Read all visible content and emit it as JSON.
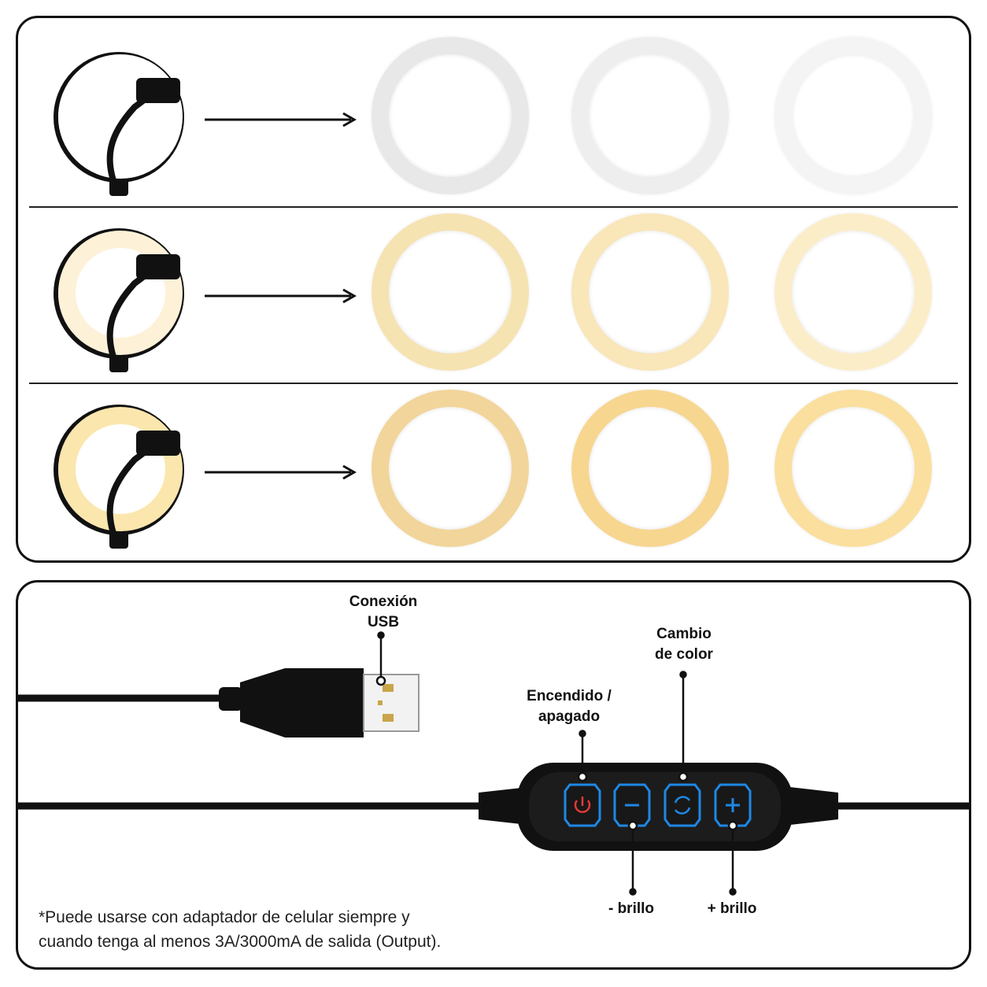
{
  "light_rows": [
    {
      "id": "cold",
      "lamp_color": "#ffffff",
      "rings": [
        "#e8e8e8",
        "#eeeeee",
        "#f4f4f4"
      ]
    },
    {
      "id": "neutral",
      "lamp_color": "#fdf1d8",
      "rings": [
        "#f6e3b2",
        "#f9e6b9",
        "#fbedc8"
      ]
    },
    {
      "id": "warm",
      "lamp_color": "#fbe6ad",
      "rings": [
        "#f2d59a",
        "#f7d690",
        "#fadf9e"
      ]
    }
  ],
  "controller": {
    "labels": {
      "usb": "Conexión\nUSB",
      "color_change": "Cambio\nde color",
      "power": "Encendido /\napagado",
      "brightness_down": "- brillo",
      "brightness_up": "+ brillo"
    },
    "buttons": [
      {
        "name": "power",
        "icon": "power-icon"
      },
      {
        "name": "minus",
        "icon": "minus-icon"
      },
      {
        "name": "color",
        "icon": "refresh-icon"
      },
      {
        "name": "plus",
        "icon": "plus-icon"
      }
    ],
    "accent_blue": "#1e88e5",
    "accent_red": "#e53935"
  },
  "note": "*Puede usarse con adaptador de celular siempre y\ncuando tenga al menos 3A/3000mA de salida (Output)."
}
